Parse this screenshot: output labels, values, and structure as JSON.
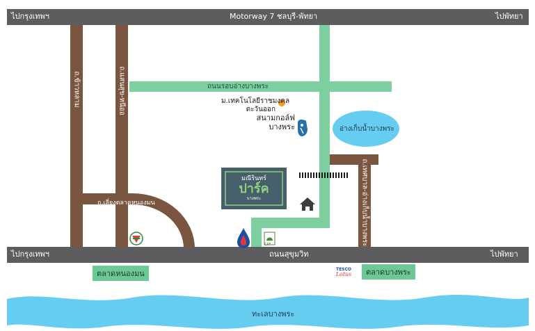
{
  "top_highway": {
    "left": "ไปกรุงเทพฯ",
    "center": "Motorway 7 ชลบุรี-พัทยา",
    "right": "ไปพัทยา"
  },
  "bottom_highway": {
    "left": "ไปกรุงเทพฯ",
    "center": "ถนนสุขุมวิท",
    "right": "ไปพัทยา"
  },
  "roads": {
    "ring_road": "ถนนรอบอ่างบางพระ",
    "road_left": "ถ.ข้าวหลาม",
    "road_mid": "ถ.แสนสุข-หนีออ",
    "road_curve": "ถ.เลี่ยงตลาดหนองมน",
    "road_right": "ถ.เทศบาล-อ่างเก็บน้ำบางพระ"
  },
  "places": {
    "university_line1": "ม.เทคโนโลยีราชมงคล",
    "university_line2": "ตะวันออก",
    "golf_line1": "สนามกอล์ฟ",
    "golf_line2": "บางพระ",
    "reservoir": "อ่างเก็บน้ำบางพระ",
    "market_left": "ตลาดหนองมน",
    "market_right": "ตลาดบางพระ",
    "sea": "ทะเลบางพระ",
    "tesco_line1": "TESCO",
    "tesco_line2": "Lotus",
    "cpf": "CPF"
  },
  "project": {
    "line1": "มณีรินทร์",
    "line2": "ปาร์ค",
    "line3": "บางพระ"
  },
  "colors": {
    "highway": "#5d5d5f",
    "brown_road": "#7a5640",
    "green_road": "#7ecfa0",
    "water": "#67cdf0",
    "project_box": "#475f6b",
    "project_accent": "#8ed17f",
    "market_tag": "#6cc894",
    "university_dot": "#f39c1f"
  },
  "icons": [
    "home-icon",
    "golf-icon",
    "ptt-gas-icon",
    "seven-eleven-icon",
    "cpf-icon",
    "railway-track-icon"
  ]
}
